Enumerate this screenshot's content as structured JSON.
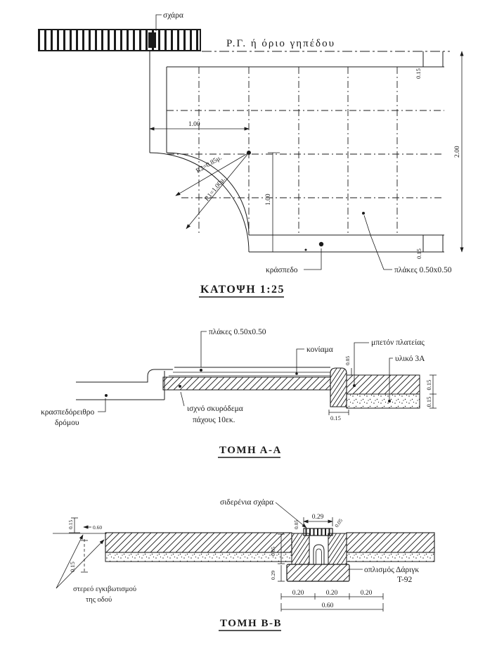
{
  "plan": {
    "title": "ΚΑΤΟΨΗ 1:25",
    "grate_label": "σχάρα",
    "boundary_label": "Ρ.Γ. ή όριο γηπέδου",
    "curb_label": "κράσπεδο",
    "slabs_label": "πλάκες 0.50x0.50",
    "dims": {
      "edge_top": "0.15",
      "edge_bottom": "0.15",
      "total_width": "2.00",
      "slab_x": "1.00",
      "slab_y": "1.00",
      "radius_outer": "R1=1.00μ.",
      "radius_inner": "R2=0.85μ."
    }
  },
  "section_a": {
    "title": "ΤΟΜΗ Α-Α",
    "labels": {
      "slabs": "πλάκες 0.50x0.50",
      "mortar": "κονίαμα",
      "plaza_concrete": "μπετόν πλατείας",
      "subbase": "υλικό 3Α",
      "curb_gutter_line1": "κρασπεδόρειθρο",
      "curb_gutter_line2": "δρόμου",
      "lean_concrete_line1": "ισχνό σκυρόδεμα",
      "lean_concrete_line2": "πάχους 10εκ."
    },
    "dims": {
      "curb_width": "0.15",
      "curb_lip": "0.05",
      "layer_top": "0.15",
      "layer_bottom": "0.15"
    }
  },
  "section_b": {
    "title": "ΤΟΜΗ Β-Β",
    "labels": {
      "iron_grate": "σιδερένια σχάρα",
      "road_embed_line1": "στερεό εγκιβωτισμού",
      "road_embed_line2": "της οδού",
      "reinforcement_line1": "οπλισμός Δάριγκ",
      "reinforcement_line2": "Τ-92"
    },
    "dims": {
      "grate_opening": "0.29",
      "edge_height": "0.15",
      "edge_width": "0.60",
      "layer_height": "0.15",
      "wall_lip_left": "0.05",
      "wall_lip_right": "0.05",
      "box_wall": "0.05",
      "box_base": "0.29",
      "base_seg1": "0.20",
      "base_seg2": "0.20",
      "base_seg3": "0.20",
      "base_total": "0.60"
    }
  },
  "colors": {
    "ink": "#1b1b1b",
    "paper": "#ffffff"
  }
}
